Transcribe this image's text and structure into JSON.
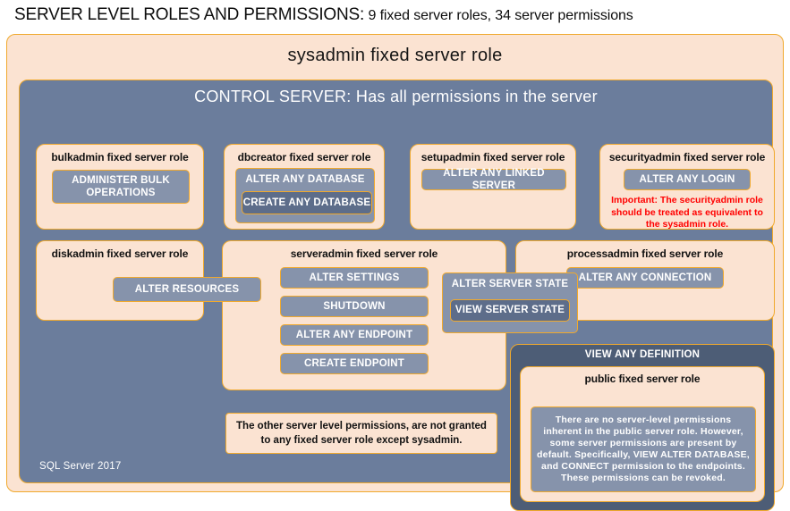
{
  "title": {
    "strong": "SERVER LEVEL ROLES AND PERMISSIONS:",
    "rest": " 9 fixed server roles, 34 server permissions"
  },
  "colors": {
    "cream": "#fbe3d2",
    "orange_border": "#f0a92d",
    "slate": "#6b7d9c",
    "permission": "#8693ab",
    "permission_dark": "#5d6d8a",
    "dark_slate": "#4d5d76",
    "warning_red": "#ff0000"
  },
  "sysadmin": {
    "label": "sysadmin fixed server role"
  },
  "control_server": {
    "label": "CONTROL SERVER: Has all permissions in the server"
  },
  "roles": {
    "bulkadmin": {
      "title": "bulkadmin fixed server role",
      "permissions": [
        "ADMINISTER  BULK OPERATIONS"
      ]
    },
    "dbcreator": {
      "title": "dbcreator fixed server role",
      "permissions": [
        "ALTER ANY DATABASE",
        "CREATE  ANY DATABASE"
      ]
    },
    "setupadmin": {
      "title": "setupadmin fixed server role",
      "permissions": [
        "ALTER ANY LINKED SERVER"
      ]
    },
    "securityadmin": {
      "title": "securityadmin fixed server role",
      "permissions": [
        "ALTER ANY LOGIN"
      ],
      "warning": "Important:  The securityadmin role should  be treated as equivalent to the sysadmin role."
    },
    "diskadmin": {
      "title": "diskadmin fixed server role",
      "permissions": [
        "ALTER RESOURCES"
      ]
    },
    "serveradmin": {
      "title": "serveradmin fixed server role",
      "permissions": [
        "ALTER SETTINGS",
        "SHUTDOWN",
        "ALTER ANY ENDPOINT",
        "CREATE  ENDPOINT"
      ]
    },
    "processadmin": {
      "title": "processadmin fixed server role",
      "permissions": [
        "ALTER ANY CONNECTION"
      ]
    },
    "shared": {
      "alter_server_state": "ALTER SERVER STATE",
      "view_server_state": "VIEW SERVER STATE"
    },
    "public": {
      "outer_permission": "VIEW ANY DEFINITION",
      "title": "public  fixed server role",
      "description": "There are no server-level permissions inherent in the public server role. However, some server permissions are present by default. Specifically, VIEW ALTER DATABASE, and CONNECT permission to the endpoints. These permissions can be revoked."
    }
  },
  "other_note": "The other server level permissions,  are not granted to any fixed server role except sysadmin.",
  "footer": "SQL Server 2017"
}
